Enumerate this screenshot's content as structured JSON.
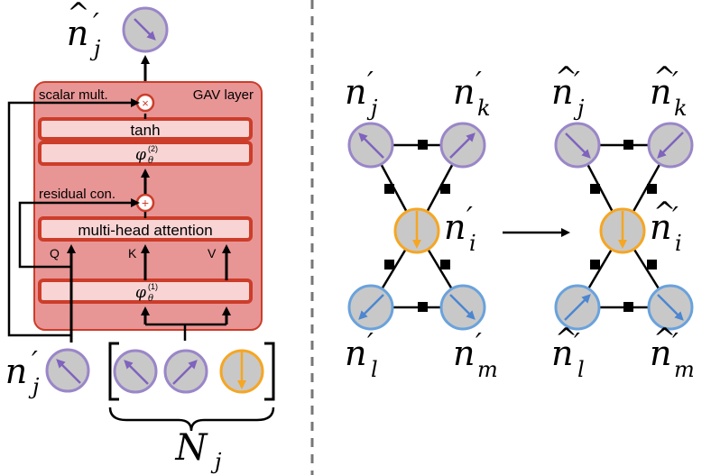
{
  "layer": {
    "title": "GAV layer",
    "scalar_mult_label": "scalar mult.",
    "residual_label": "residual con.",
    "tanh_label": "tanh",
    "attention_label": "multi-head attention",
    "phi_symbol": "φ",
    "theta_sub": "θ",
    "phi2_sup": "(2)",
    "phi1_sup": "(1)",
    "times_symbol": "×",
    "plus_symbol": "+",
    "q_label": "Q",
    "k_label": "K",
    "v_label": "V"
  },
  "symbols": {
    "n": "n",
    "prime": "′",
    "hat": "^",
    "j": "j",
    "k": "k",
    "i": "i",
    "l": "l",
    "m": "m",
    "N": "N"
  },
  "colors": {
    "layer_fill": "#e89595",
    "layer_stroke": "#cc3d2a",
    "block_fill": "#f8d4d4",
    "node_fill": "#c8c8c8",
    "purple": "#9a86c8",
    "purple_arrow": "#7f63bd",
    "blue": "#6aa2dc",
    "blue_arrow": "#4c86d0",
    "orange": "#f5a623",
    "divider": "#777777"
  }
}
